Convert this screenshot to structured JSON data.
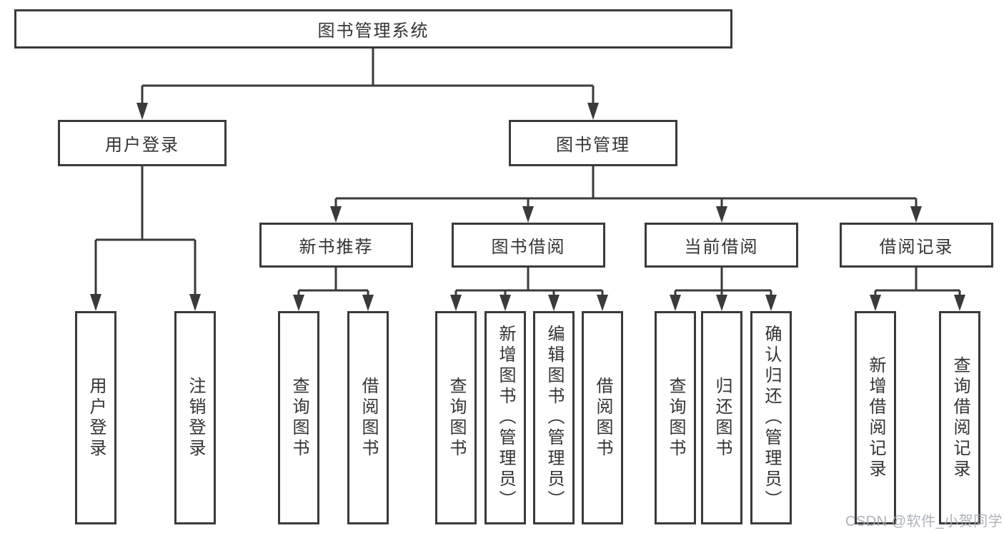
{
  "diagram": {
    "nodes": {
      "root": "图书管理系统",
      "user_login": "用户登录",
      "book_management": "图书管理",
      "new_book_recommend": "新书推荐",
      "book_borrow": "图书借阅",
      "current_borrow": "当前借阅",
      "borrow_records": "借阅记录",
      "leaf_login": "用户登录",
      "leaf_logout": "注销登录",
      "leaf_query_book_recommend": "查询图书",
      "leaf_borrow_book_recommend": "借阅图书",
      "leaf_query_book_borrow": "查询图书",
      "leaf_add_book_admin": "新增图书（管理员）",
      "leaf_edit_book_admin": "编辑图书（管理员）",
      "leaf_borrow_book": "借阅图书",
      "leaf_query_book_current": "查询图书",
      "leaf_return_book": "归还图书",
      "leaf_confirm_return_admin": "确认归还（管理员）",
      "leaf_add_borrow_record": "新增借阅记录",
      "leaf_query_borrow_record": "查询借阅记录"
    },
    "colors": {
      "line": "#3a3a3a",
      "box_border": "#3a3a3a",
      "text": "#333333",
      "background": "#ffffff",
      "watermark": "#a2a7b1"
    }
  },
  "watermark": {
    "text": "CSDN @软件_小贺同学"
  }
}
